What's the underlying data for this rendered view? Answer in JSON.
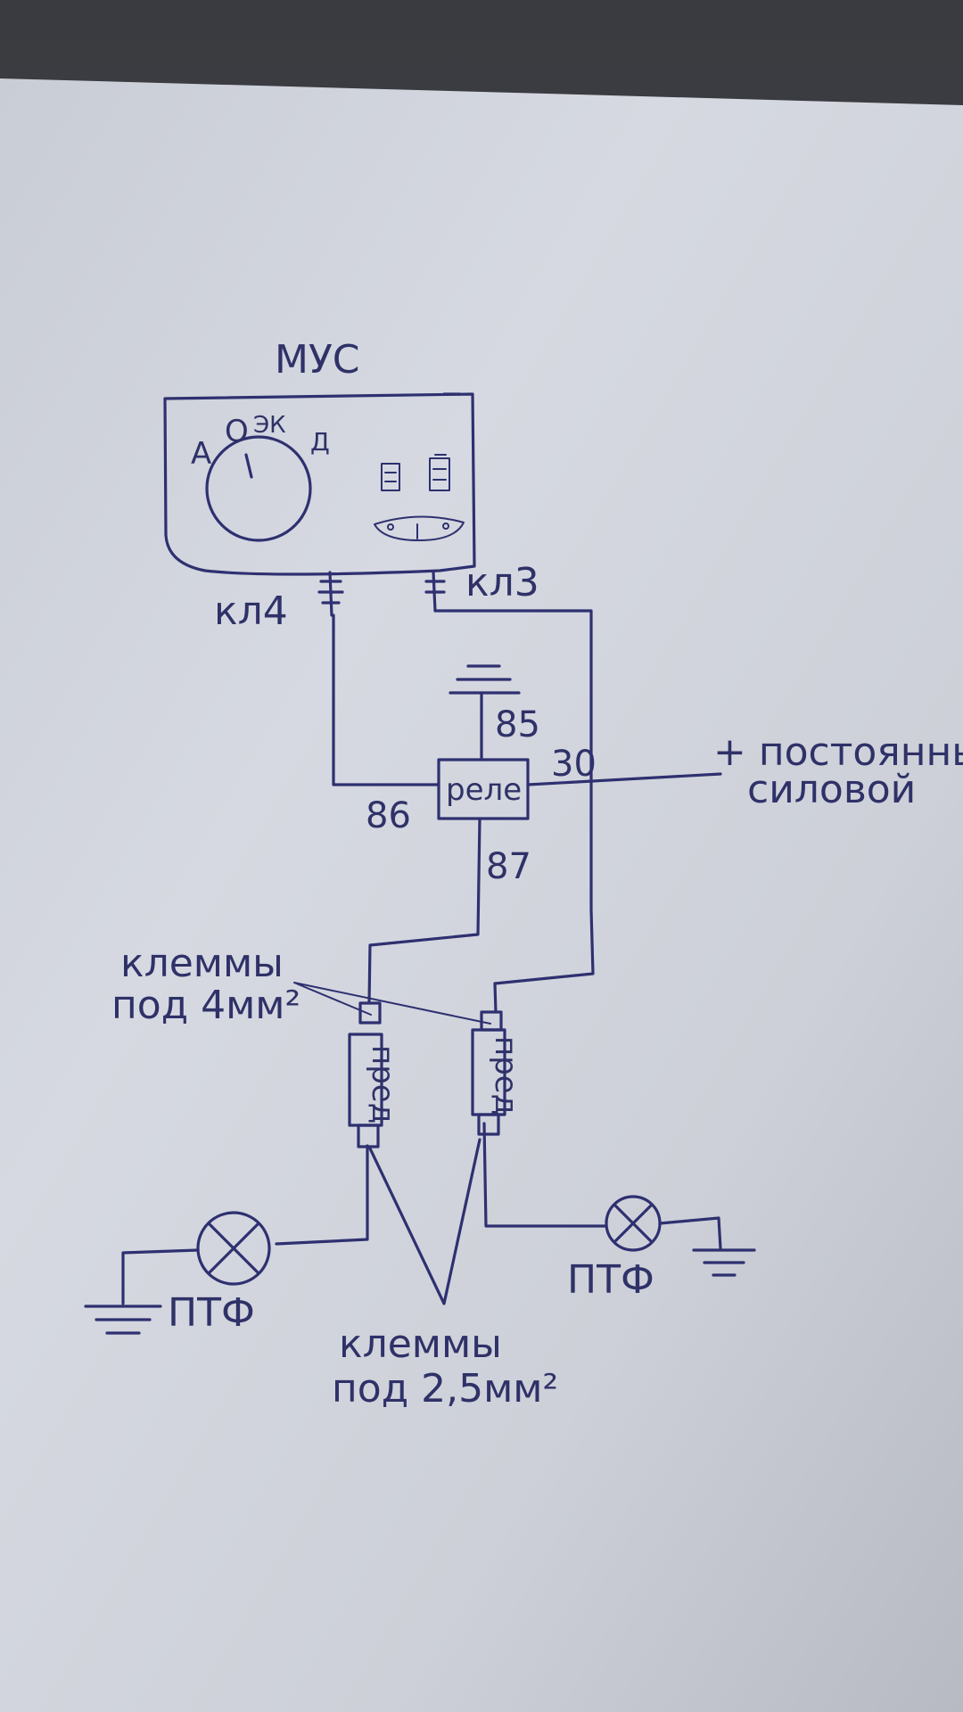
{
  "diagram": {
    "module_title": "МУС",
    "knob_marks": [
      "А",
      "О",
      "ЭК",
      "Д"
    ],
    "pin_left": "кл4",
    "pin_right": "кл3",
    "relay_label": "реле",
    "relay_pins": {
      "p85": "85",
      "p86": "86",
      "p87": "87",
      "p30": "30"
    },
    "power_line1": "+ постоянный",
    "power_line2": "силовой",
    "terminals_4mm_line1": "клеммы",
    "terminals_4mm_line2": "под 4мм²",
    "fuse_label": "пред",
    "lamp_left": "ПТФ",
    "lamp_right": "ПТФ",
    "terminals_25_line1": "клеммы",
    "terminals_25_line2": "под 2,5мм²"
  }
}
